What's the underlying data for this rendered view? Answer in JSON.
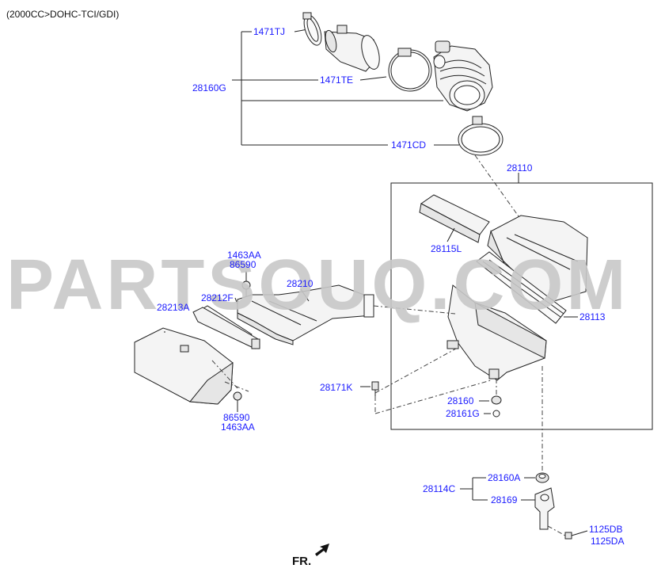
{
  "header": {
    "engine": "(2000CC>DOHC-TCI/GDI)"
  },
  "watermark": "PARTSOUQ.COM",
  "direction": {
    "label": "FR."
  },
  "labels": {
    "l1471TJ": "1471TJ",
    "l28160G": "28160G",
    "l1471TE": "1471TE",
    "l1471CD": "1471CD",
    "l28110": "28110",
    "l28115L": "28115L",
    "l28113": "28113",
    "l1463AA_top": "1463AA",
    "l86590_top": "86590",
    "l28210": "28210",
    "l28212F": "28212F",
    "l28213A": "28213A",
    "l86590_bot": "86590",
    "l1463AA_bot": "1463AA",
    "l28171K": "28171K",
    "l28160": "28160",
    "l28161G": "28161G",
    "l28114C": "28114C",
    "l28160A": "28160A",
    "l28169": "28169",
    "l1125DB": "1125DB",
    "l1125DA": "1125DA"
  },
  "colors": {
    "label": "#1a1aff",
    "line": "#222222",
    "watermark": "#c8c8c8"
  }
}
